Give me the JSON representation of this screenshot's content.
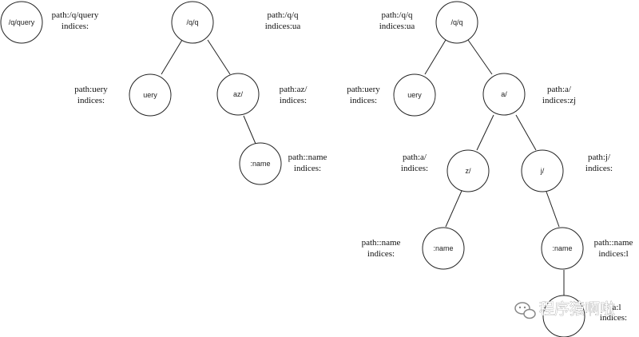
{
  "trees": [
    {
      "id": "tree1",
      "nodes": [
        {
          "id": "t1n1",
          "label": "/q/query",
          "path": "path:/q/query",
          "indices": "indices:"
        }
      ]
    },
    {
      "id": "tree2",
      "nodes": [
        {
          "id": "t2n1",
          "label": "/q/q",
          "path": "path:/q/q",
          "indices": "indices:ua"
        },
        {
          "id": "t2n2",
          "label": "uery",
          "path": "path:uery",
          "indices": "indices:"
        },
        {
          "id": "t2n3",
          "label": "az/",
          "path": "path:az/",
          "indices": "indices:"
        },
        {
          "id": "t2n4",
          "label": ":name",
          "path": "path::name",
          "indices": "indices:"
        }
      ]
    },
    {
      "id": "tree3",
      "nodes": [
        {
          "id": "t3n1",
          "label": "/q/q",
          "path": "path:/q/q",
          "indices": "indices:ua"
        },
        {
          "id": "t3n2",
          "label": "uery",
          "path": "path:uery",
          "indices": "indices:"
        },
        {
          "id": "t3n3",
          "label": "a/",
          "path": "path:a/",
          "indices": "indices:zj"
        },
        {
          "id": "t3n4",
          "label": "z/",
          "path": "path:a/",
          "indices": "indices:"
        },
        {
          "id": "t3n5",
          "label": "j/",
          "path": "path:j/",
          "indices": "indices:"
        },
        {
          "id": "t3n6",
          "label": ":name",
          "path": "path::name",
          "indices": "indices:"
        },
        {
          "id": "t3n7",
          "label": ":name",
          "path": "path::name",
          "indices": "indices:l"
        },
        {
          "id": "t3n8",
          "label": "",
          "path": "",
          "indices": "indices:"
        }
      ]
    }
  ],
  "watermark": {
    "text": "程序猿啊啦",
    "suffix": "a:l"
  }
}
